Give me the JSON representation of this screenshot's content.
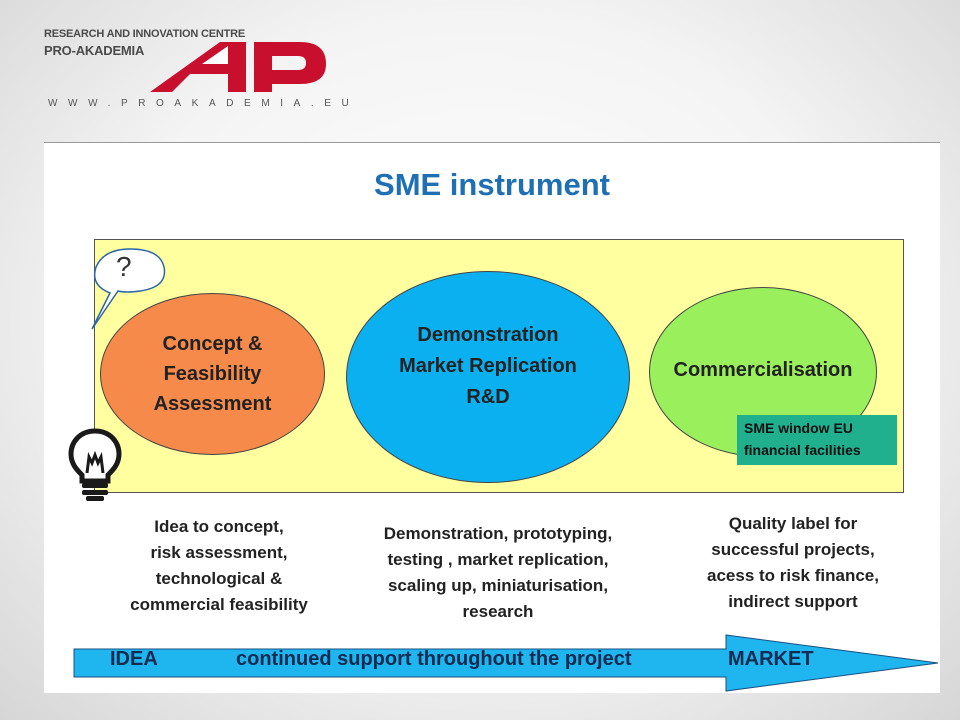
{
  "header": {
    "org_line1": "RESEARCH AND INNOVATION CENTRE",
    "org_line2": "PRO-AKADEMIA",
    "website": "WWW.PROAKADEMIA.EU",
    "logo_icon": "ap-logo-icon",
    "logo_color": "#c8102e"
  },
  "slide": {
    "title": "SME instrument",
    "question_mark": "?",
    "stages": [
      {
        "lines": [
          "Concept &",
          "Feasibility",
          "Assessment"
        ],
        "color": "#f58a4b"
      },
      {
        "lines": [
          "Demonstration",
          "Market Replication",
          "R&D"
        ],
        "color": "#0bb0f0"
      },
      {
        "lines": [
          "Commercialisation"
        ],
        "color": "#9af05c"
      }
    ],
    "sme_window": {
      "lines": [
        "SME window EU",
        "financial facilities"
      ],
      "color": "#21b08e"
    },
    "descriptions": [
      {
        "lines": [
          "Idea to concept,",
          "risk assessment,",
          "technological &",
          "commercial feasibility"
        ]
      },
      {
        "lines": [
          "Demonstration, prototyping,",
          "testing , market replication,",
          "scaling up, miniaturisation,",
          "research"
        ]
      },
      {
        "lines": [
          "Quality label for",
          "successful projects,",
          "acess to risk finance,",
          "indirect support"
        ]
      }
    ],
    "arrow": {
      "start": "IDEA",
      "middle": "continued support throughout the project",
      "end": "MARKET",
      "color": "#1fb5ee"
    },
    "panel_color": "#ffffa0",
    "icons": [
      "speech-bubble-icon",
      "lightbulb-icon"
    ]
  }
}
